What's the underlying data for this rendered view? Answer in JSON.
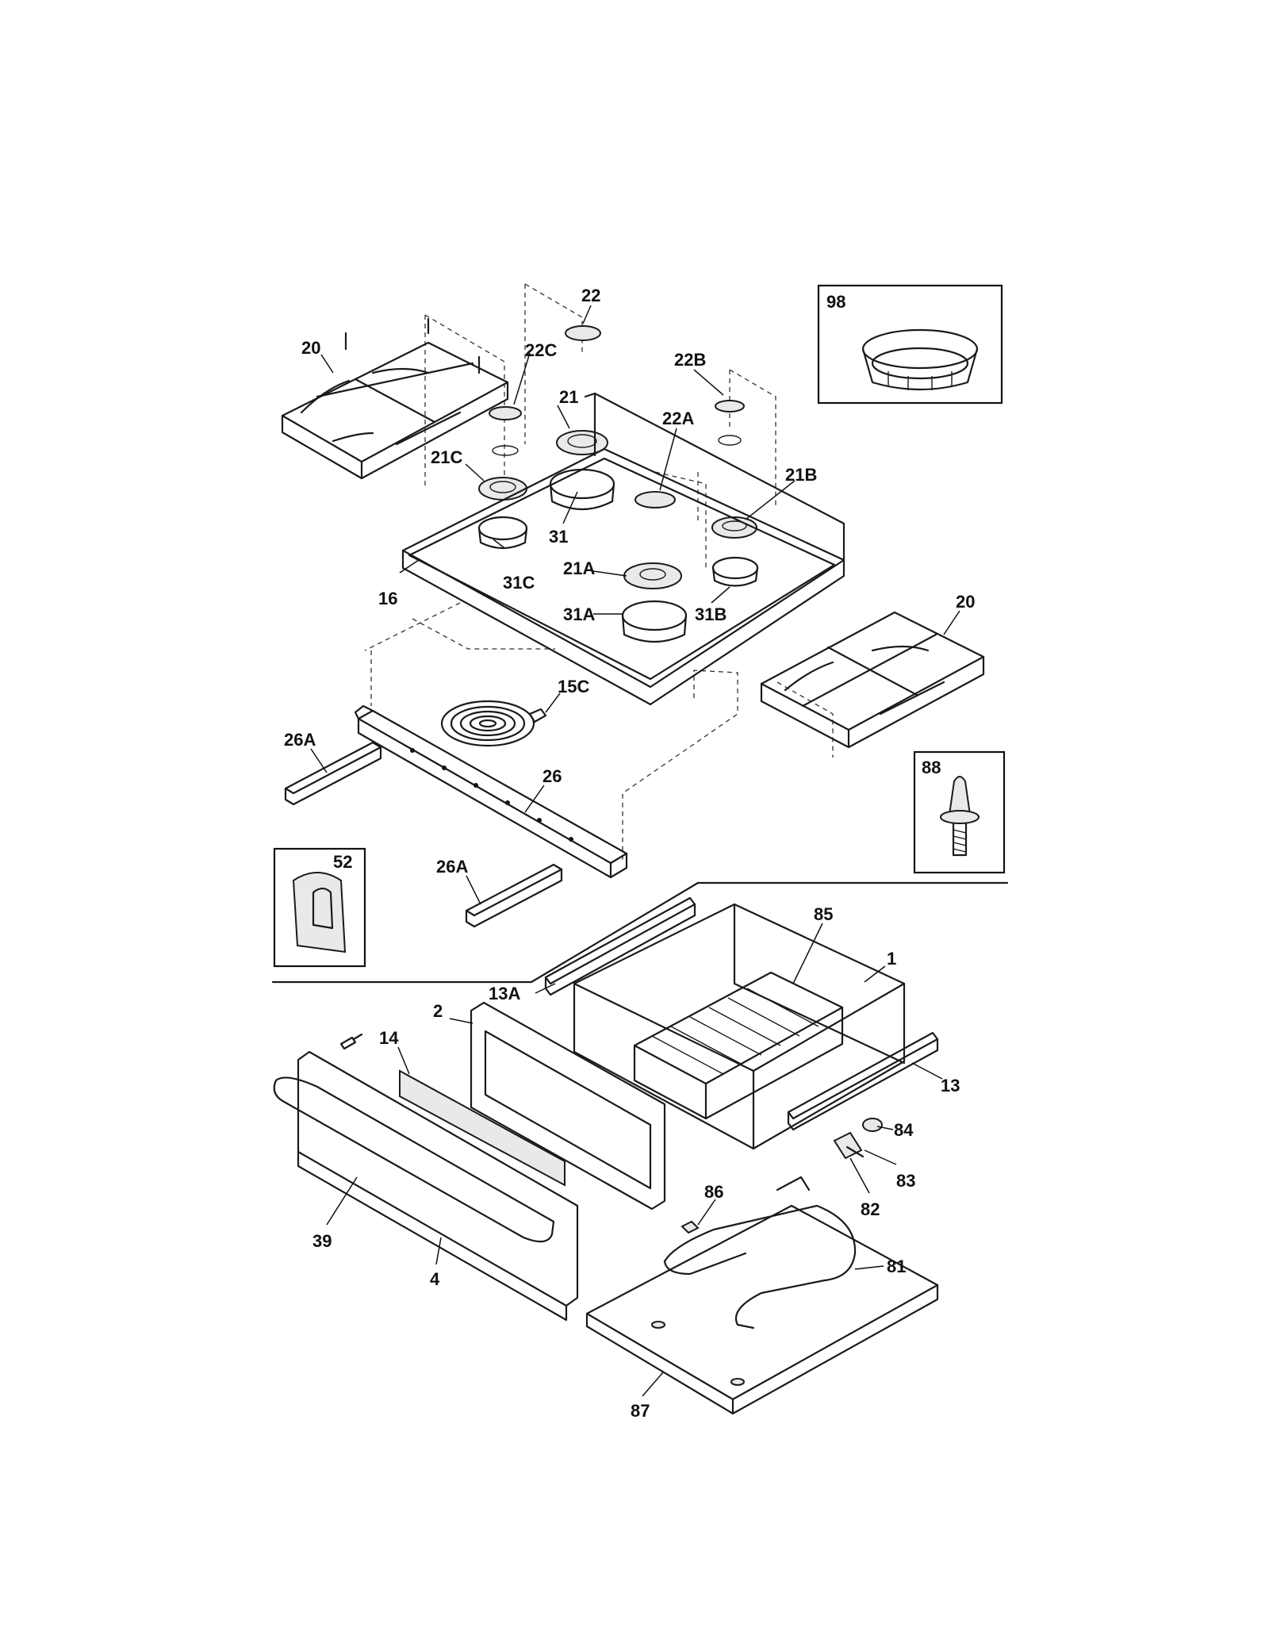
{
  "callouts": [
    {
      "id": "98",
      "text": "98"
    },
    {
      "id": "22",
      "text": "22"
    },
    {
      "id": "20a",
      "text": "20"
    },
    {
      "id": "22C",
      "text": "22C"
    },
    {
      "id": "22B",
      "text": "22B"
    },
    {
      "id": "21",
      "text": "21"
    },
    {
      "id": "22A",
      "text": "22A"
    },
    {
      "id": "21C",
      "text": "21C"
    },
    {
      "id": "21B",
      "text": "21B"
    },
    {
      "id": "31",
      "text": "31"
    },
    {
      "id": "31C",
      "text": "31C"
    },
    {
      "id": "21A",
      "text": "21A"
    },
    {
      "id": "16",
      "text": "16"
    },
    {
      "id": "31A",
      "text": "31A"
    },
    {
      "id": "31B",
      "text": "31B"
    },
    {
      "id": "20b",
      "text": "20"
    },
    {
      "id": "15C",
      "text": "15C"
    },
    {
      "id": "26Aa",
      "text": "26A"
    },
    {
      "id": "88",
      "text": "88"
    },
    {
      "id": "26",
      "text": "26"
    },
    {
      "id": "52",
      "text": "52"
    },
    {
      "id": "26Ab",
      "text": "26A"
    },
    {
      "id": "85",
      "text": "85"
    },
    {
      "id": "1",
      "text": "1"
    },
    {
      "id": "13A",
      "text": "13A"
    },
    {
      "id": "2",
      "text": "2"
    },
    {
      "id": "14",
      "text": "14"
    },
    {
      "id": "13",
      "text": "13"
    },
    {
      "id": "84",
      "text": "84"
    },
    {
      "id": "83",
      "text": "83"
    },
    {
      "id": "86",
      "text": "86"
    },
    {
      "id": "82",
      "text": "82"
    },
    {
      "id": "39",
      "text": "39"
    },
    {
      "id": "81",
      "text": "81"
    },
    {
      "id": "4",
      "text": "4"
    },
    {
      "id": "87",
      "text": "87"
    }
  ]
}
